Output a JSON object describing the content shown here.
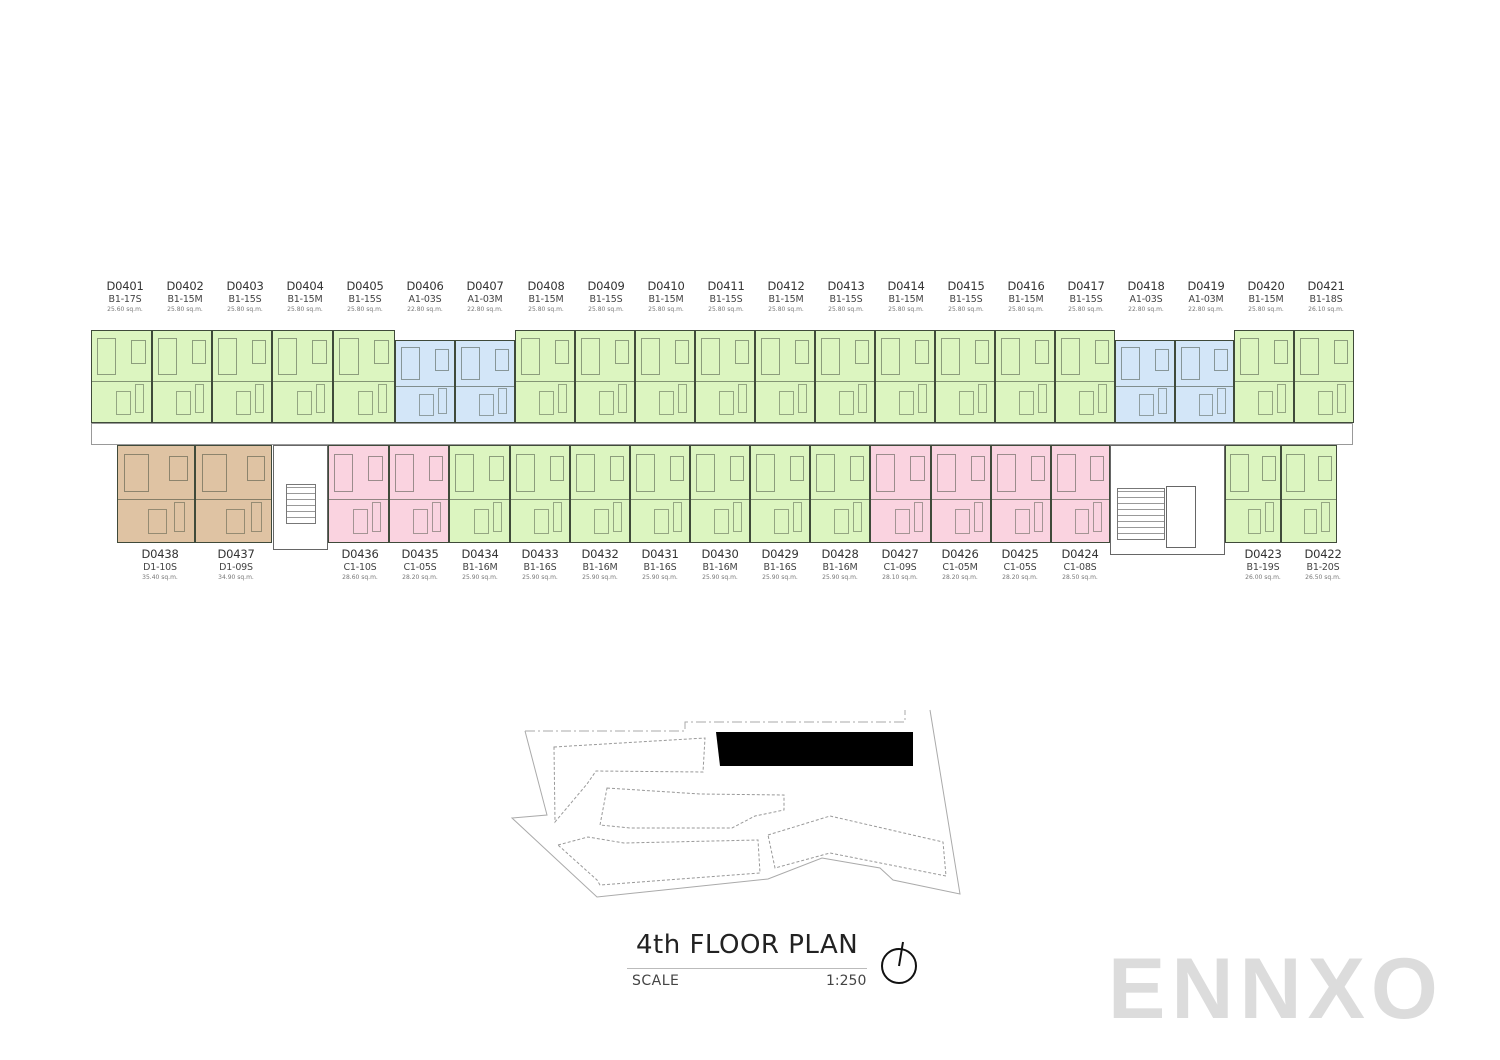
{
  "plan": {
    "title": "4th FLOOR PLAN",
    "scale_label": "SCALE",
    "scale_value": "1:250",
    "watermark": "ENNXO",
    "north_arrow": "north-arrow-icon"
  },
  "legend_colors": {
    "B1": "#dcf5c0",
    "A1": "#d3e6f8",
    "C1": "#fad3e0",
    "D1": "#dfc3a3"
  },
  "top_units": [
    {
      "id": "D0401",
      "type": "B1-17S",
      "area": "25.60 sq.m."
    },
    {
      "id": "D0402",
      "type": "B1-15M",
      "area": "25.80 sq.m."
    },
    {
      "id": "D0403",
      "type": "B1-15S",
      "area": "25.80 sq.m."
    },
    {
      "id": "D0404",
      "type": "B1-15M",
      "area": "25.80 sq.m."
    },
    {
      "id": "D0405",
      "type": "B1-15S",
      "area": "25.80 sq.m."
    },
    {
      "id": "D0406",
      "type": "A1-03S",
      "area": "22.80 sq.m."
    },
    {
      "id": "D0407",
      "type": "A1-03M",
      "area": "22.80 sq.m."
    },
    {
      "id": "D0408",
      "type": "B1-15M",
      "area": "25.80 sq.m."
    },
    {
      "id": "D0409",
      "type": "B1-15S",
      "area": "25.80 sq.m."
    },
    {
      "id": "D0410",
      "type": "B1-15M",
      "area": "25.80 sq.m."
    },
    {
      "id": "D0411",
      "type": "B1-15S",
      "area": "25.80 sq.m."
    },
    {
      "id": "D0412",
      "type": "B1-15M",
      "area": "25.80 sq.m."
    },
    {
      "id": "D0413",
      "type": "B1-15S",
      "area": "25.80 sq.m."
    },
    {
      "id": "D0414",
      "type": "B1-15M",
      "area": "25.80 sq.m."
    },
    {
      "id": "D0415",
      "type": "B1-15S",
      "area": "25.80 sq.m."
    },
    {
      "id": "D0416",
      "type": "B1-15M",
      "area": "25.80 sq.m."
    },
    {
      "id": "D0417",
      "type": "B1-15S",
      "area": "25.80 sq.m."
    },
    {
      "id": "D0418",
      "type": "A1-03S",
      "area": "22.80 sq.m."
    },
    {
      "id": "D0419",
      "type": "A1-03M",
      "area": "22.80 sq.m."
    },
    {
      "id": "D0420",
      "type": "B1-15M",
      "area": "25.80 sq.m."
    },
    {
      "id": "D0421",
      "type": "B1-18S",
      "area": "26.10 sq.m."
    }
  ],
  "bottom_units": [
    {
      "id": "D0438",
      "type": "D1-10S",
      "area": "35.40 sq.m."
    },
    {
      "id": "D0437",
      "type": "D1-09S",
      "area": "34.90 sq.m."
    },
    {
      "id": "D0436",
      "type": "C1-10S",
      "area": "28.60 sq.m."
    },
    {
      "id": "D0435",
      "type": "C1-05S",
      "area": "28.20 sq.m."
    },
    {
      "id": "D0434",
      "type": "B1-16M",
      "area": "25.90 sq.m."
    },
    {
      "id": "D0433",
      "type": "B1-16S",
      "area": "25.90 sq.m."
    },
    {
      "id": "D0432",
      "type": "B1-16M",
      "area": "25.90 sq.m."
    },
    {
      "id": "D0431",
      "type": "B1-16S",
      "area": "25.90 sq.m."
    },
    {
      "id": "D0430",
      "type": "B1-16M",
      "area": "25.90 sq.m."
    },
    {
      "id": "D0429",
      "type": "B1-16S",
      "area": "25.90 sq.m."
    },
    {
      "id": "D0428",
      "type": "B1-16M",
      "area": "25.90 sq.m."
    },
    {
      "id": "D0427",
      "type": "C1-09S",
      "area": "28.10 sq.m."
    },
    {
      "id": "D0426",
      "type": "C1-05M",
      "area": "28.20 sq.m."
    },
    {
      "id": "D0425",
      "type": "C1-05S",
      "area": "28.20 sq.m."
    },
    {
      "id": "D0424",
      "type": "C1-08S",
      "area": "28.50 sq.m."
    },
    {
      "id": "D0423",
      "type": "B1-19S",
      "area": "26.00 sq.m."
    },
    {
      "id": "D0422",
      "type": "B1-20S",
      "area": "26.50 sq.m."
    }
  ]
}
